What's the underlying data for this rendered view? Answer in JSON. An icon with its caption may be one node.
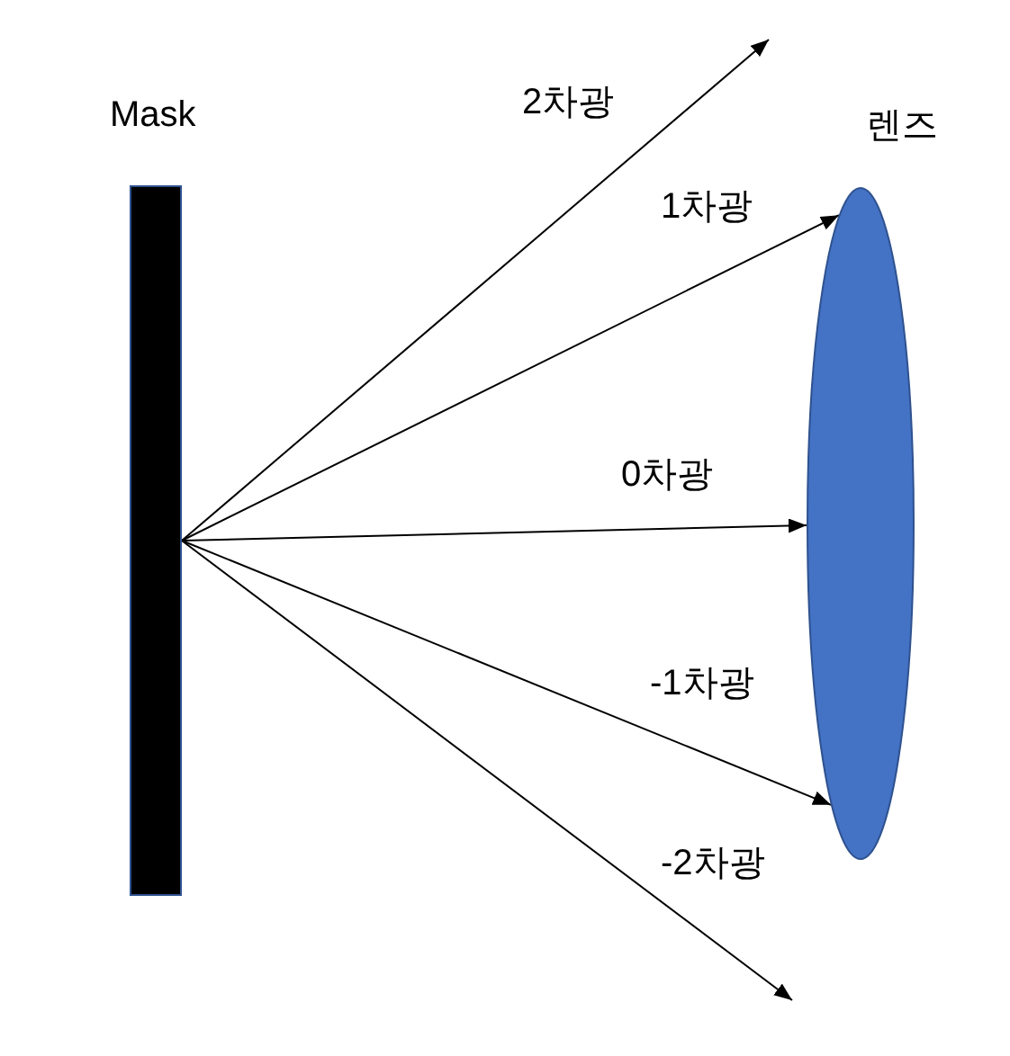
{
  "diagram": {
    "nodes": [
      {
        "text": [
          "Mask"
        ]
      },
      {
        "text": [
          "렌즈"
        ]
      }
    ],
    "edges": [
      {
        "from": 0,
        "to": null,
        "arrow": "to",
        "label": "2차광"
      },
      {
        "from": 0,
        "to": 1,
        "arrow": "to",
        "label": "1차광"
      },
      {
        "from": 0,
        "to": 1,
        "arrow": "to",
        "label": "0차광"
      },
      {
        "from": 0,
        "to": 1,
        "arrow": "to",
        "label": "-1차광"
      },
      {
        "from": 0,
        "to": null,
        "arrow": "to",
        "label": "-2차광"
      }
    ]
  }
}
